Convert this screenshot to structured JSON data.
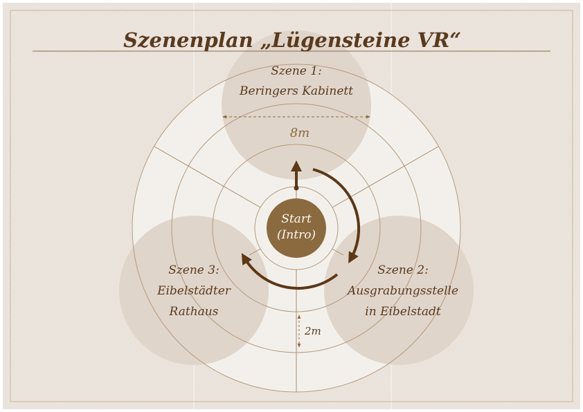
{
  "title": "Szenenplan „Lügensteine VR“",
  "scenes": [
    {
      "line1": "Szene 1:",
      "line2": "Beringers Kabinett"
    },
    {
      "line1": "Szene 2:",
      "line2": "Ausgrabungsstelle",
      "line3": "in Eibelstadt"
    },
    {
      "line1": "Szene 3:",
      "line2": "Eibelstädter",
      "line3": "Rathaus"
    }
  ],
  "start": {
    "line1": "Start",
    "line2": "(Intro)"
  },
  "dimensions": {
    "scene_diameter": "8m",
    "ring_width": "2m"
  },
  "colors": {
    "paper": "#ebe4dd",
    "inner": "#f3f0ec",
    "scene": "#e0d5ca",
    "line": "#a88a6a",
    "text": "#5a3a1e",
    "start": "#8b6a40",
    "arrow": "#5c3817"
  }
}
